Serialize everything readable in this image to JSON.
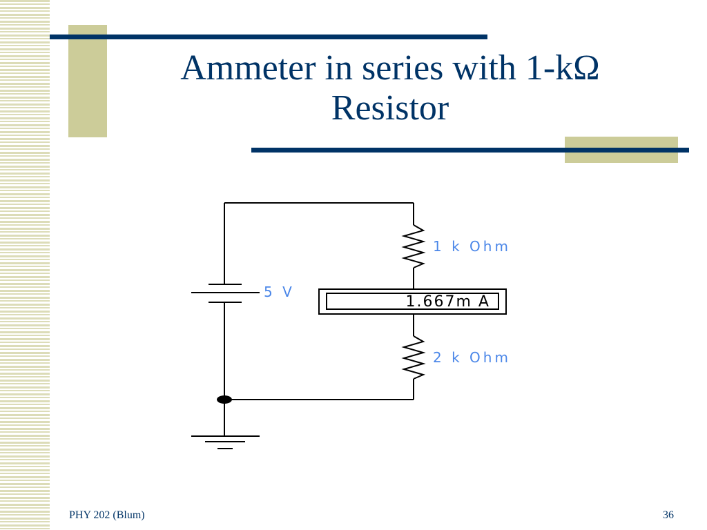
{
  "slide": {
    "title_line1": "Ammeter in series with 1-kΩ",
    "title_line2": "Resistor",
    "footer_left": "PHY 202 (Blum)",
    "page_number": "36"
  },
  "circuit": {
    "source_label": "5 V",
    "r1_label": "1 k Ohm",
    "r2_label": "2 k Ohm",
    "ammeter_reading": "1.667m A"
  },
  "colors": {
    "navy": "#003366",
    "tan": "#cccc99",
    "label_blue": "#4a86e8"
  }
}
